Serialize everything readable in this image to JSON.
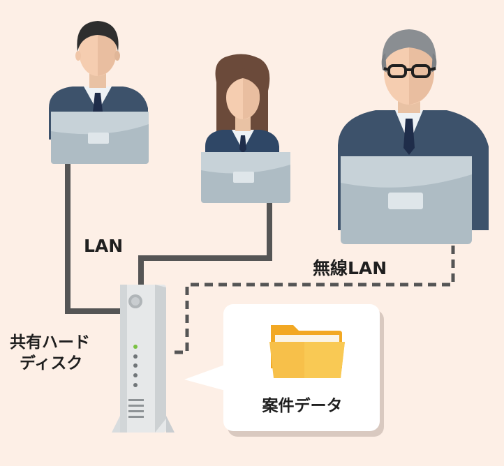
{
  "connections": {
    "wired_label": "LAN",
    "wireless_label": "無線LAN"
  },
  "storage": {
    "label_line1": "共有ハード",
    "label_line2": "ディスク"
  },
  "shared_folder": {
    "label": "案件データ"
  },
  "colors": {
    "background": "#fdefe6",
    "cable": "#555555",
    "suit": "#3d526b",
    "laptop": "#aebcc4",
    "folder": "#f7c04a"
  }
}
